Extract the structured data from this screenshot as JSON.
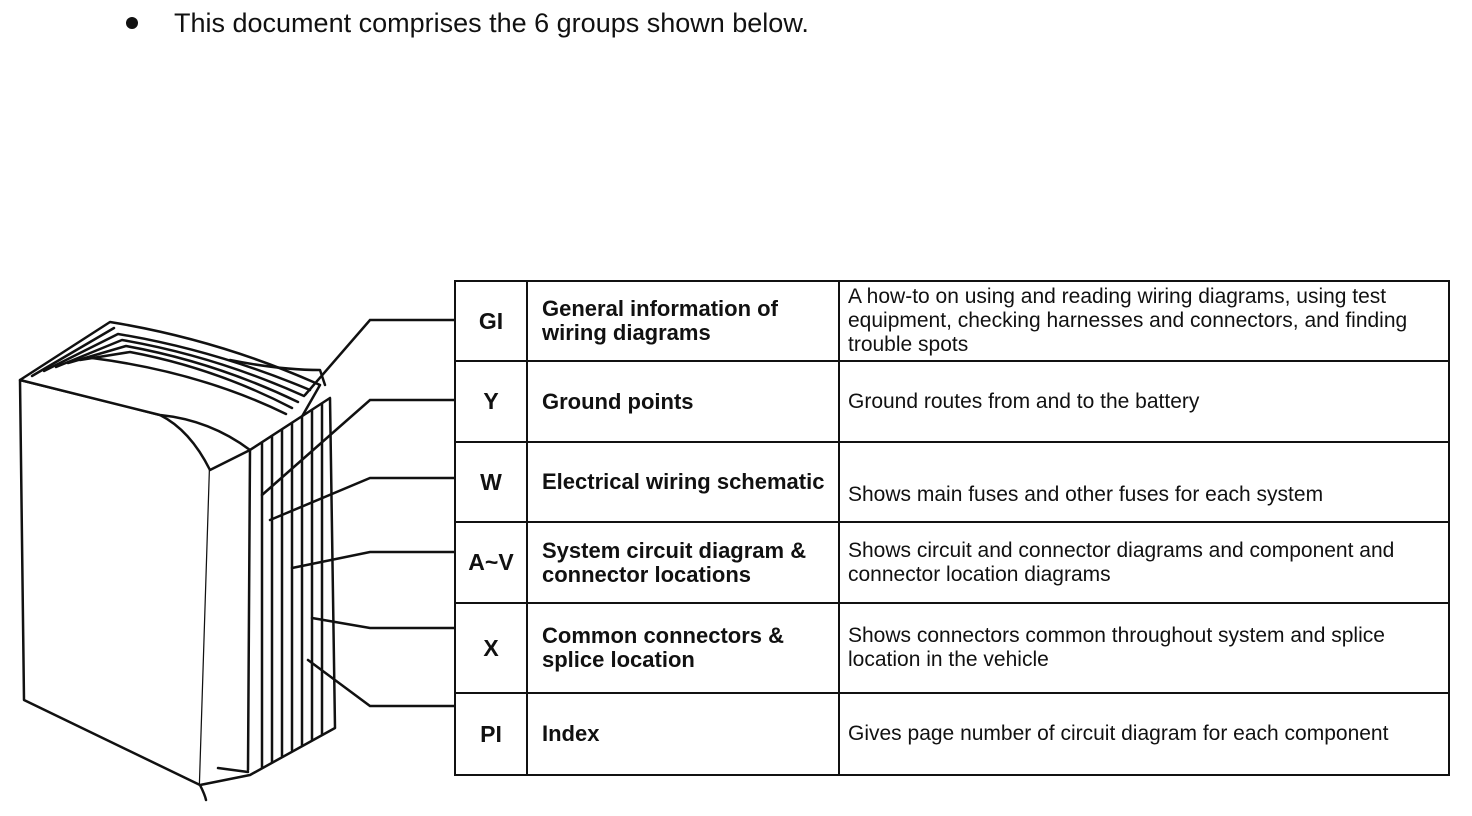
{
  "intro": "This document comprises the 6 groups shown below.",
  "groups": [
    {
      "code": "GI",
      "name": "General information of wiring diagrams",
      "description": "A how-to on using and reading wiring diagrams, using test equipment, checking harnesses and connectors, and finding trouble spots"
    },
    {
      "code": "Y",
      "name": "Ground points",
      "description": "Ground routes from and to the battery"
    },
    {
      "code": "W",
      "name": "Electrical wiring schematic",
      "description": "Shows main fuses and other fuses for each system"
    },
    {
      "code": "A~V",
      "name": "System circuit diagram & connector locations",
      "description": "Shows circuit and connector diagrams and component and connector location diagrams"
    },
    {
      "code": "X",
      "name": "Common connectors & splice location",
      "description": "Shows connectors common throughout system and splice location in the vehicle"
    },
    {
      "code": "PI",
      "name": "Index",
      "description": "Gives page number of circuit diagram for each component"
    }
  ]
}
